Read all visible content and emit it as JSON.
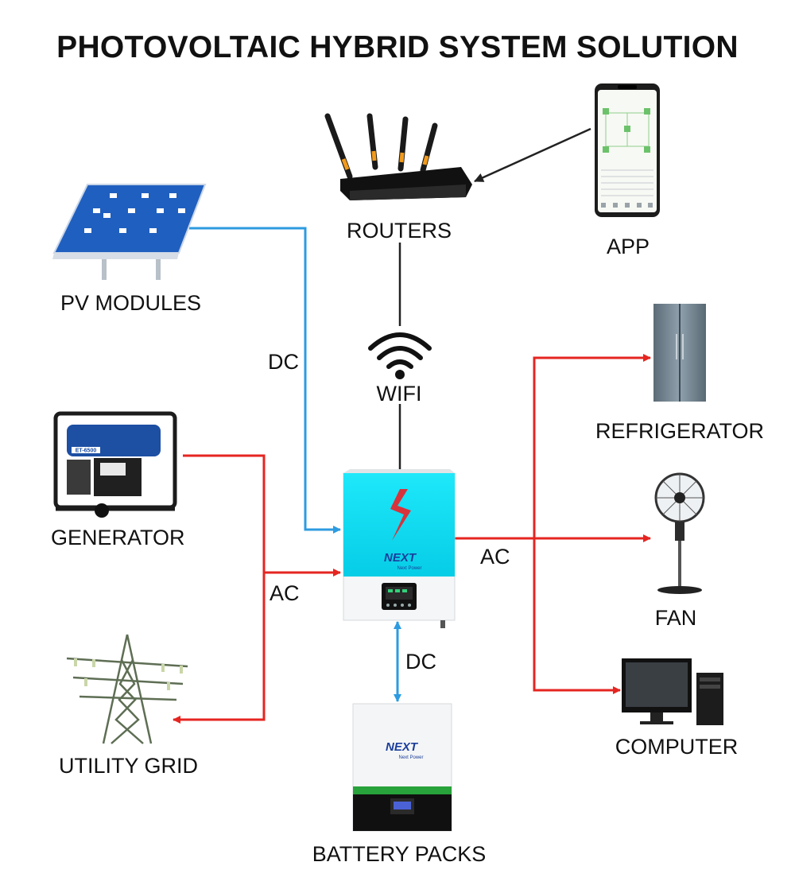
{
  "title": "PHOTOVOLTAIC HYBRID SYSTEM SOLUTION",
  "colors": {
    "dc_line": "#2d9be0",
    "ac_line": "#e52521",
    "net_line": "#222222",
    "inverter_top": "#12e0f5",
    "panel_blue": "#1f5fbf"
  },
  "nodes": {
    "pv_modules": "PV MODULES",
    "routers": "ROUTERS",
    "app": "APP",
    "wifi": "WIFI",
    "generator": "GENERATOR",
    "utility_grid": "UTILITY GRID",
    "refrigerator": "REFRIGERATOR",
    "fan": "FAN",
    "computer": "COMPUTER",
    "battery_packs": "BATTERY PACKS"
  },
  "connections": {
    "pv_dc": "DC",
    "gen_grid_ac": "AC",
    "load_ac": "AC",
    "battery_dc": "DC"
  },
  "brand": {
    "logo": "NEXT",
    "tagline": "Next Power",
    "generator_model": "ET-6500"
  },
  "icons": [
    "solar-panel-icon",
    "router-icon",
    "smartphone-app-icon",
    "wifi-icon",
    "generator-icon",
    "transmission-tower-icon",
    "hybrid-inverter-icon",
    "refrigerator-icon",
    "fan-icon",
    "computer-icon",
    "battery-pack-icon"
  ]
}
